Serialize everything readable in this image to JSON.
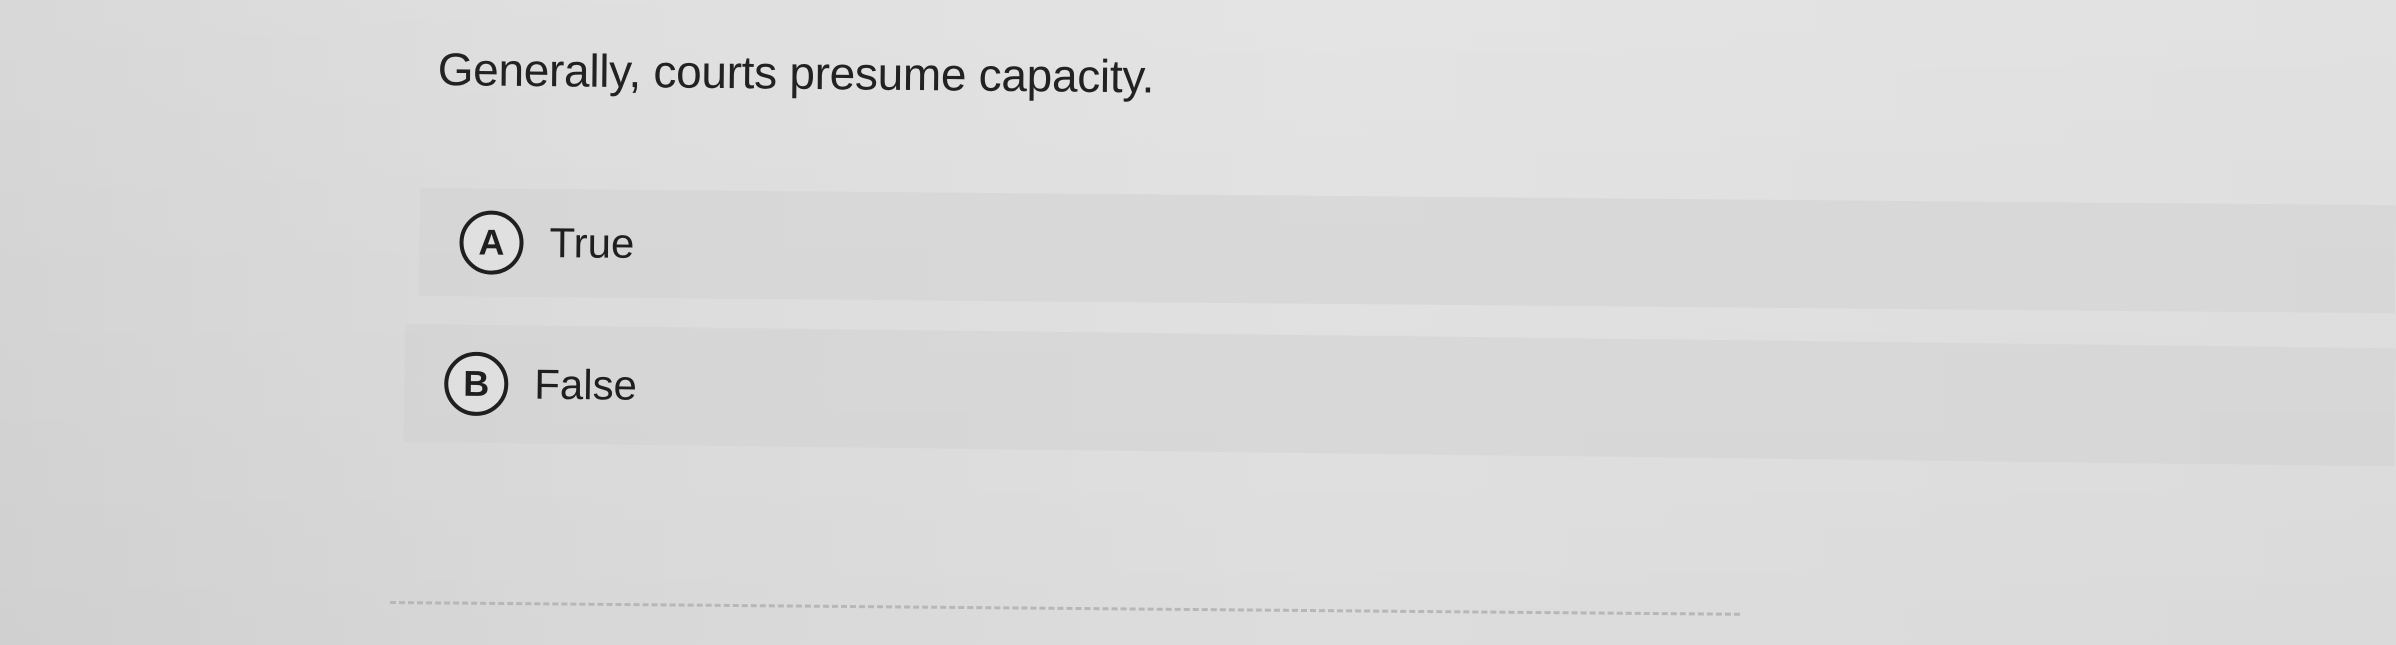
{
  "question": {
    "text": "Generally, courts presume capacity."
  },
  "options": [
    {
      "letter": "A",
      "label": "True"
    },
    {
      "letter": "B",
      "label": "False"
    }
  ]
}
